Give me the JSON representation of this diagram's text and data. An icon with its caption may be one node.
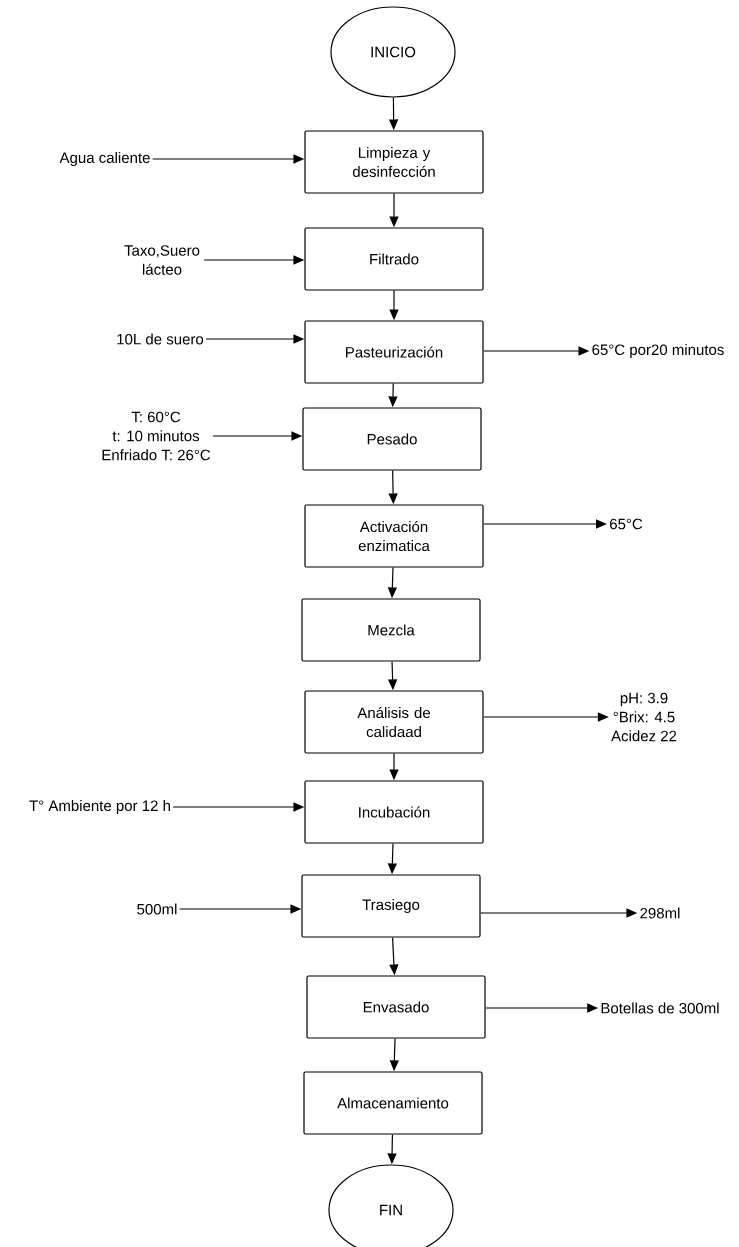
{
  "diagram": {
    "nodes": [
      {
        "text": [
          "INICIO"
        ]
      },
      {
        "text": [
          "Limpieza y desinfección"
        ]
      },
      {
        "text": [
          "Filtrado"
        ]
      },
      {
        "text": [
          "Pasteurización"
        ]
      },
      {
        "text": [
          "Pesado"
        ]
      },
      {
        "text": [
          "Activación enzimatica"
        ]
      },
      {
        "text": [
          "Mezcla"
        ]
      },
      {
        "text": [
          "Análisis de calidaad"
        ]
      },
      {
        "text": [
          "Incubación"
        ]
      },
      {
        "text": [
          "Trasiego"
        ]
      },
      {
        "text": [
          "Envasado"
        ]
      },
      {
        "text": [
          "Almacenamiento"
        ]
      },
      {
        "text": [
          "FIN"
        ]
      },
      {
        "text": [
          "Agua caliente"
        ]
      },
      {
        "text": [
          "Taxo,Suero lácteo"
        ]
      },
      {
        "text": [
          "10L de suero"
        ]
      },
      {
        "text": [
          "65°C por20 minutos"
        ]
      },
      {
        "text": [
          "T: 60°C",
          "t: 10 minutos",
          "Enfriado T: 26°C"
        ]
      },
      {
        "text": [
          "65°C"
        ]
      },
      {
        "text": [
          "pH: 3.9",
          "°Brix: 4.5",
          "Acidez 22"
        ]
      },
      {
        "text": [
          "T° Ambiente por 12 h"
        ]
      },
      {
        "text": [
          "500ml"
        ]
      },
      {
        "text": [
          "298ml"
        ]
      },
      {
        "text": [
          "Botellas de 300ml"
        ]
      }
    ],
    "edges": [
      {
        "from": 0,
        "to": 1,
        "arrow": "to"
      },
      {
        "from": 1,
        "to": 2,
        "arrow": "to"
      },
      {
        "from": 2,
        "to": 3,
        "arrow": "to"
      },
      {
        "from": 3,
        "to": 4,
        "arrow": "to"
      },
      {
        "from": 4,
        "to": 5,
        "arrow": "to"
      },
      {
        "from": 5,
        "to": 6,
        "arrow": "to"
      },
      {
        "from": 6,
        "to": 7,
        "arrow": "to"
      },
      {
        "from": 7,
        "to": 8,
        "arrow": "to"
      },
      {
        "from": 8,
        "to": 9,
        "arrow": "to"
      },
      {
        "from": 9,
        "to": 10,
        "arrow": "to"
      },
      {
        "from": 10,
        "to": 11,
        "arrow": "to"
      },
      {
        "from": 11,
        "to": 12,
        "arrow": "to"
      },
      {
        "from": 13,
        "to": 1,
        "arrow": "to"
      },
      {
        "from": 14,
        "to": 2,
        "arrow": "to"
      },
      {
        "from": 15,
        "to": 3,
        "arrow": "to"
      },
      {
        "from": 3,
        "to": 16,
        "arrow": "to"
      },
      {
        "from": 17,
        "to": 4,
        "arrow": "to"
      },
      {
        "from": 5,
        "to": 18,
        "arrow": "to"
      },
      {
        "from": 7,
        "to": 19,
        "arrow": "to"
      },
      {
        "from": 20,
        "to": 8,
        "arrow": "to"
      },
      {
        "from": 21,
        "to": 9,
        "arrow": "to"
      },
      {
        "from": 9,
        "to": 22,
        "arrow": "to"
      },
      {
        "from": 10,
        "to": 23,
        "arrow": "to"
      }
    ]
  }
}
